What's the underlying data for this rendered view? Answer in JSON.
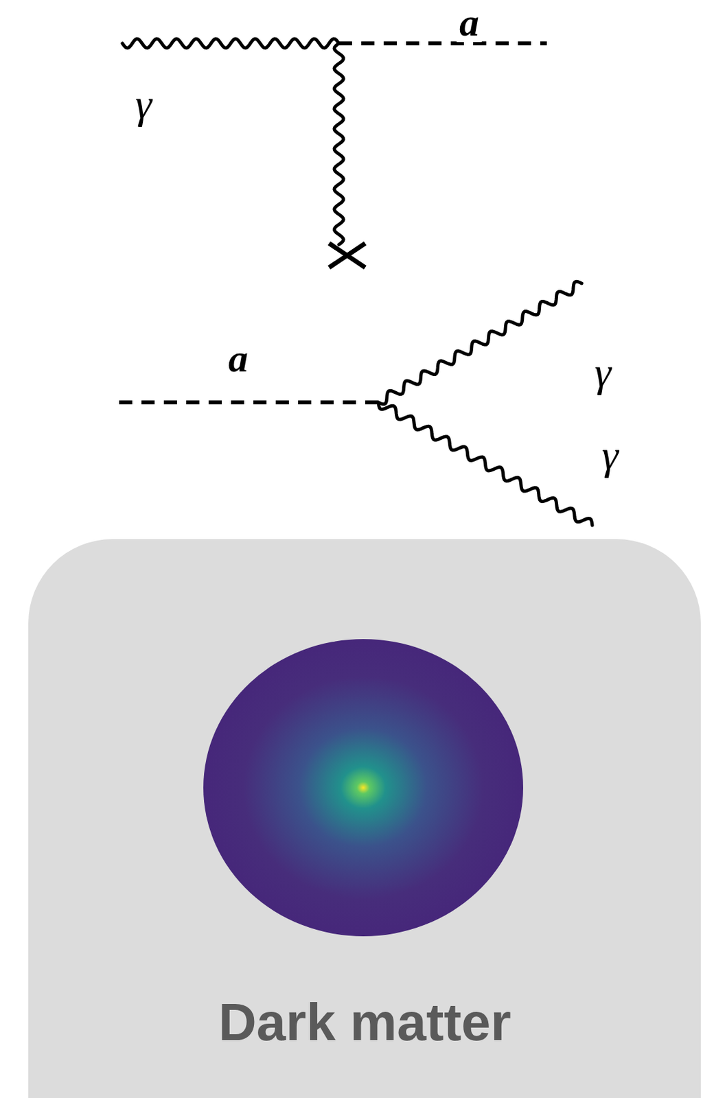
{
  "diagram": {
    "nodes": [
      {
        "text": [
          "Dark matter"
        ]
      }
    ],
    "labels": [
      "a",
      "γ",
      "a",
      "γ",
      "γ"
    ]
  }
}
